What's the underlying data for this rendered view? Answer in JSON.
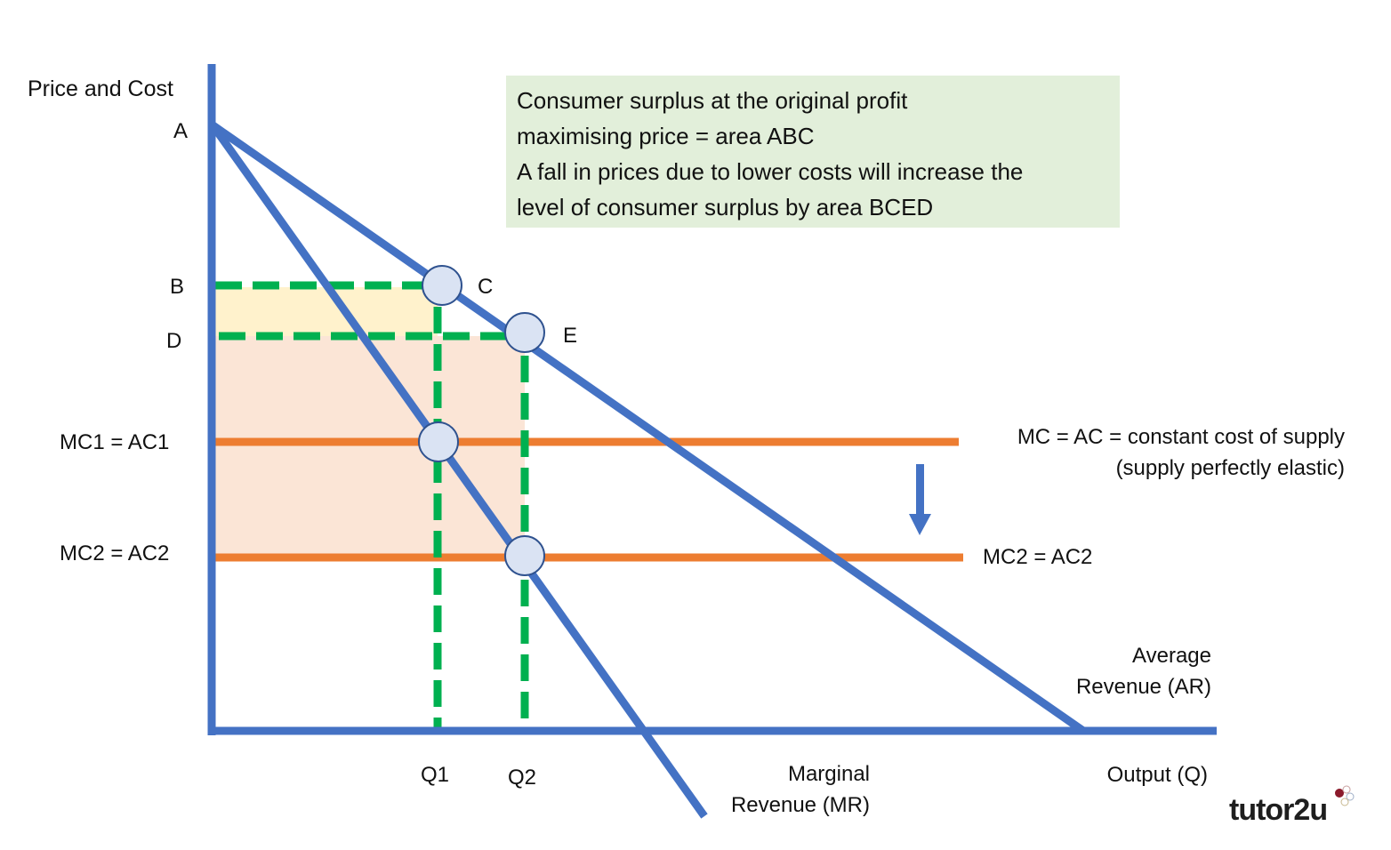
{
  "diagram": {
    "y_axis_label": "Price and Cost",
    "x_axis_label": "Output (Q)",
    "price_labels": {
      "A": "A",
      "B": "B",
      "D": "D"
    },
    "point_labels": {
      "C": "C",
      "E": "E"
    },
    "cost_labels": {
      "mc1": "MC1 = AC1",
      "mc2": "MC2 = AC2"
    },
    "quantity_labels": {
      "q1": "Q1",
      "q2": "Q2"
    },
    "curve_labels": {
      "ar_line1": "Average",
      "ar_line2": "Revenue (AR)",
      "mr_line1": "Marginal",
      "mr_line2": "Revenue (MR)",
      "mc_line1": "MC = AC = constant cost of supply",
      "mc_line2": "(supply perfectly elastic)",
      "mc2_right": "MC2 = AC2"
    },
    "note": {
      "line1": "Consumer surplus at the original profit",
      "line2": "maximising price = area ABC",
      "line3": "A fall in prices due to lower costs will increase the",
      "line4": "level of consumer surplus by area BCED"
    },
    "colors": {
      "axis_curve": "#4472c4",
      "cost_line": "#ed7d31",
      "dashed": "#00b050",
      "area_bced": "#fff2cc",
      "area_lower": "#fbe5d6",
      "point_fill": "#dae3f3",
      "note_bg": "#e2efda"
    },
    "logo": "tutor2u"
  }
}
